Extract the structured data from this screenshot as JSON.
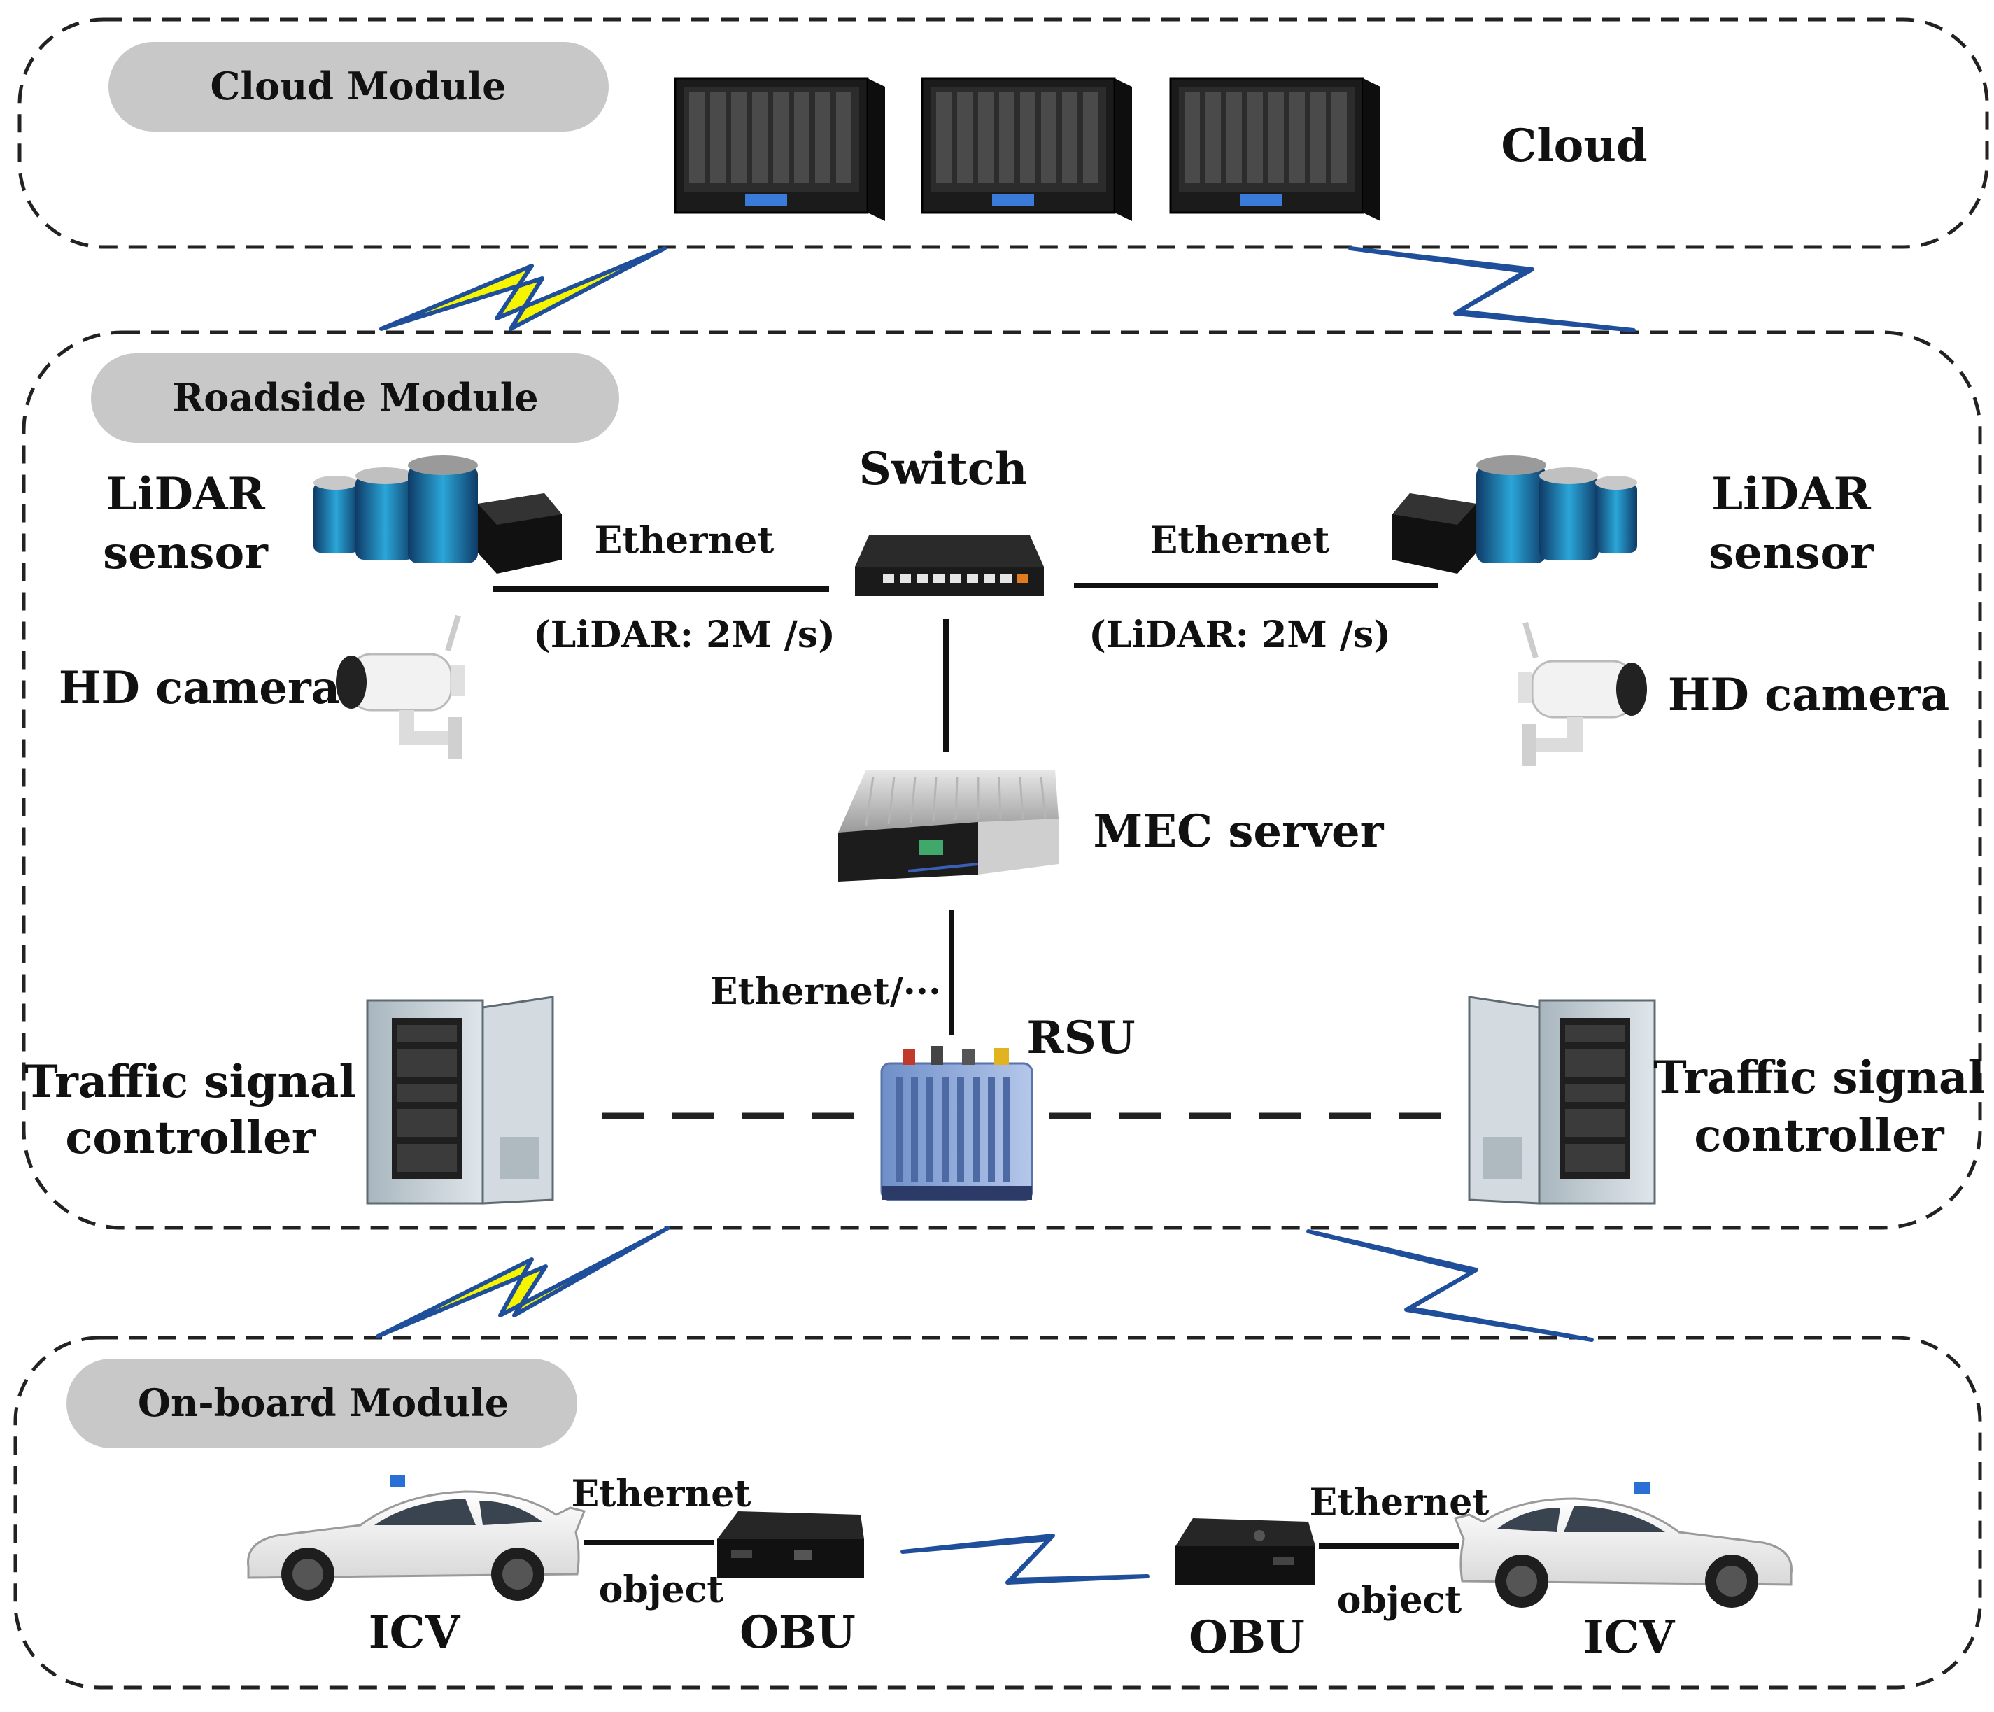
{
  "modules": {
    "cloud": {
      "label": "Cloud Module",
      "title": "Cloud"
    },
    "roadside": {
      "label": "Roadside Module"
    },
    "onboard": {
      "label": "On-board  Module"
    }
  },
  "roadside": {
    "switch": "Switch",
    "lidar_left": [
      "LiDAR",
      "sensor"
    ],
    "lidar_right": [
      "LiDAR",
      "sensor"
    ],
    "ethernet_left": "Ethernet",
    "ethernet_right": "Ethernet",
    "rate_left": "(LiDAR: 2M /s)",
    "rate_right": "(LiDAR: 2M /s)",
    "hd_camera_left": "HD camera",
    "hd_camera_right": "HD camera",
    "mec": "MEC server",
    "ethernet_rsu": "Ethernet/···",
    "rsu": "RSU",
    "tsc_left": [
      "Traffic signal",
      "controller"
    ],
    "tsc_right": [
      "Traffic signal",
      "controller"
    ]
  },
  "onboard": {
    "left": {
      "ethernet": "Ethernet",
      "object": "object",
      "icv": "ICV",
      "obu": "OBU"
    },
    "right": {
      "ethernet": "Ethernet",
      "object": "object",
      "icv": "ICV",
      "obu": "OBU"
    }
  },
  "colors": {
    "pill": "#c8c8c8",
    "bolt_fill": "#f5f500",
    "bolt_stroke": "#1f4e9a",
    "line": "#111111",
    "dash": "#222222"
  }
}
